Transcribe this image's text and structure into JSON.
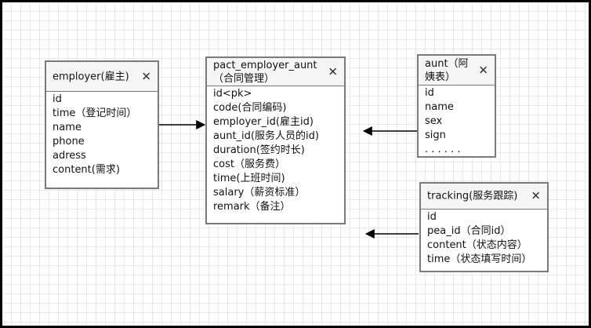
{
  "entities": {
    "employer": {
      "title": "employer(雇主)",
      "fields": [
        "id",
        "time（登记时间）",
        "name",
        "phone",
        "adress",
        "content(需求)"
      ]
    },
    "pact": {
      "title": "pact_employer_aunt\n（合同管理）",
      "fields": [
        "id<pk>",
        "code(合同编码)",
        "employer_id(雇主id)",
        "aunt_id(服务人员的id)",
        "duration(签约时长)",
        "cost（服务费）",
        "time(上班时间)",
        "salary（薪资标准）",
        "remark（备注）"
      ]
    },
    "aunt": {
      "title": "aunt（阿\n姨表）",
      "fields": [
        "id",
        "name",
        "sex",
        "sign",
        ". . . . . ."
      ]
    },
    "tracking": {
      "title": "tracking(服务跟踪)",
      "fields": [
        "id",
        "pea_id（合同id）",
        "content（状态内容）",
        "time（状态填写时间）"
      ]
    }
  },
  "close_glyph": "✕",
  "icons": {
    "close": "close-icon",
    "arrow": "arrow-icon"
  },
  "colors": {
    "border": "#7a7a7a",
    "line": "#000000",
    "grid": "#e8e8e8"
  }
}
